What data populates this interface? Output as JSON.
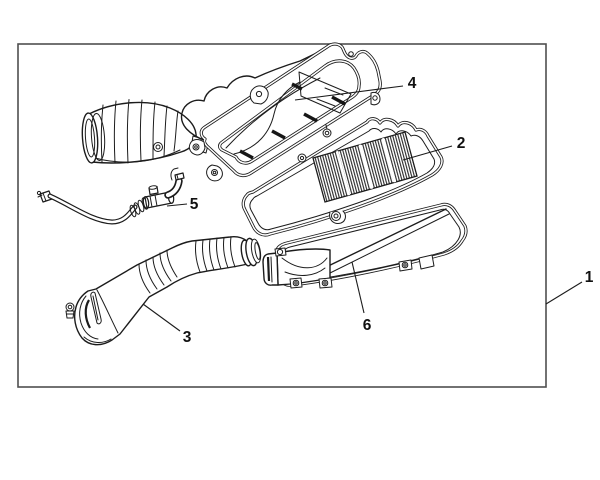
{
  "callouts": [
    {
      "label": "1"
    },
    {
      "label": "2"
    },
    {
      "label": "3"
    },
    {
      "label": "4"
    },
    {
      "label": "5"
    },
    {
      "label": "6"
    }
  ],
  "colors": {
    "background": "#ffffff",
    "line_art": "#1c1c1c",
    "frame_border": "#4f4f4f",
    "filter_hatch": "#2f2f2f",
    "label_text": "#111111"
  }
}
